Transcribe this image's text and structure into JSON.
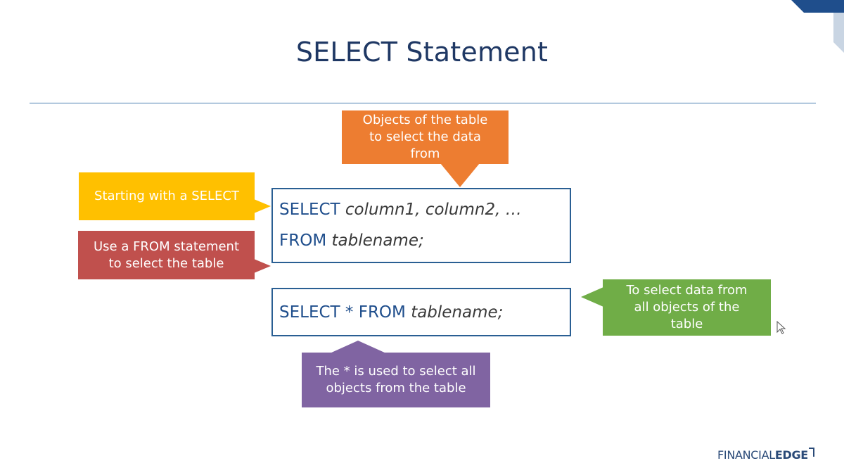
{
  "slide": {
    "title": "SELECT Statement"
  },
  "callouts": {
    "objects": {
      "lines": [
        "Objects of the table",
        "to select the data",
        "from"
      ],
      "color": "#ed7d31"
    },
    "select": {
      "lines": [
        "Starting with a SELECT"
      ],
      "color": "#ffc000"
    },
    "from": {
      "lines": [
        "Use a FROM statement",
        "to select the table"
      ],
      "color": "#c0504d"
    },
    "all_objects": {
      "lines": [
        "To select data from",
        "all objects of the",
        "table"
      ],
      "color": "#70ad47"
    },
    "star": {
      "lines": [
        "The * is used to select all",
        "objects from the table"
      ],
      "color": "#8064a2"
    }
  },
  "code_box_1": {
    "line1_keyword": "SELECT",
    "line1_rest": "column1, column2, …",
    "line2_keyword": "FROM",
    "line2_rest": "tablename;"
  },
  "code_box_2": {
    "keyword": "SELECT * FROM",
    "rest": "tablename;"
  },
  "logo": {
    "part1": "FINANCIAL",
    "part2": "EDGE"
  },
  "colors": {
    "title": "#1f3864",
    "code_border": "#2a5f93",
    "keyword": "#1f4e8c",
    "corner_accent": "#1f4e8c"
  },
  "icons": {
    "corner": "corner-accent",
    "cursor": "mouse-pointer-icon"
  }
}
